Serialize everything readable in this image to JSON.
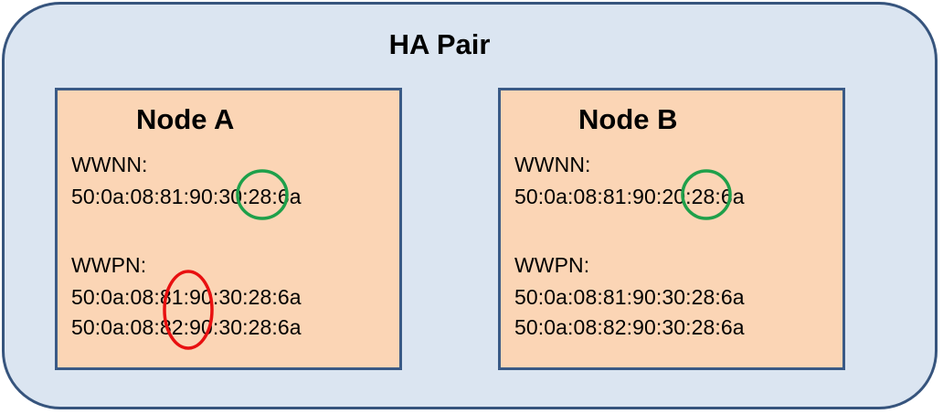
{
  "ha_pair": {
    "title": "HA Pair"
  },
  "nodes": [
    {
      "title": "Node A",
      "wwnn_label": "WWNN:",
      "wwnn_value": "50:0a:08:81:90:30:28:6a",
      "wwpn_label": "WWPN:",
      "wwpn_values": [
        "50:0a:08:81:90:30:28:6a",
        "50:0a:08:82:90:30:28:6a"
      ]
    },
    {
      "title": "Node B",
      "wwnn_label": "WWNN:",
      "wwnn_value": "50:0a:08:81:90:20:28:6a",
      "wwpn_label": "WWPN:",
      "wwpn_values": [
        "50:0a:08:81:90:30:28:6a",
        "50:0a:08:82:90:30:28:6a"
      ]
    }
  ],
  "highlight_colors": {
    "wwnn_difference": "#1ea04a",
    "wwpn_difference": "#e81010"
  }
}
